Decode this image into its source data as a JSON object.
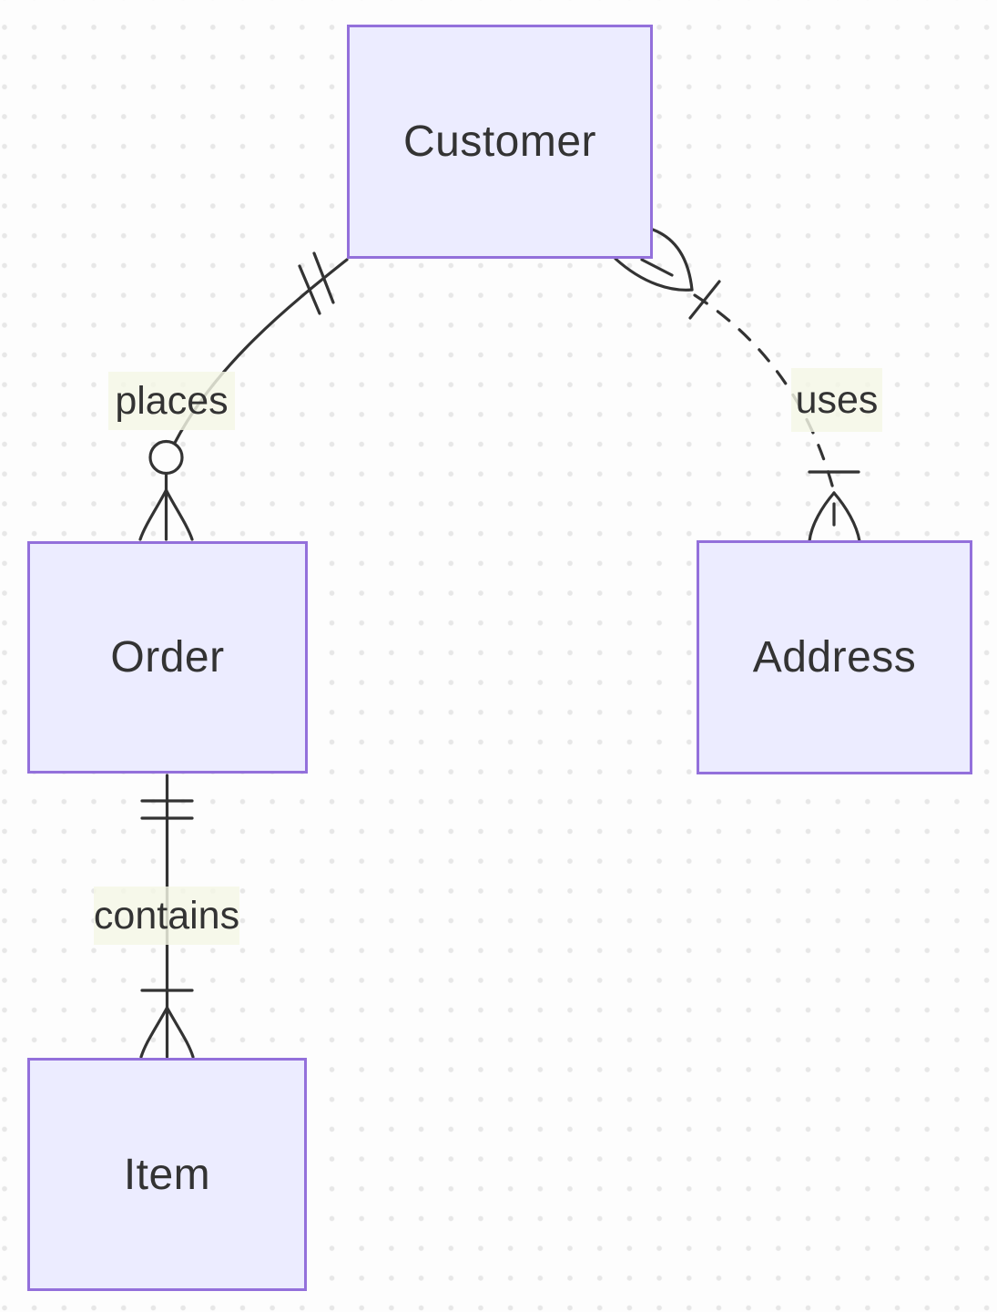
{
  "diagram": {
    "kind": "entity-relationship-diagram",
    "entities": [
      {
        "label": "Customer"
      },
      {
        "label": "Order"
      },
      {
        "label": "Address"
      },
      {
        "label": "Item"
      }
    ],
    "relationships": [
      {
        "label": "places",
        "from": "Customer",
        "to": "Order",
        "from_cardinality": "exactly-one",
        "to_cardinality": "zero-or-more",
        "line_style": "solid"
      },
      {
        "label": "uses",
        "from": "Customer",
        "to": "Address",
        "from_cardinality": "one-or-more",
        "to_cardinality": "one-or-more",
        "line_style": "dashed"
      },
      {
        "label": "contains",
        "from": "Order",
        "to": "Item",
        "from_cardinality": "exactly-one",
        "to_cardinality": "one-or-more",
        "line_style": "solid"
      }
    ],
    "colors": {
      "entity_fill": "#ECECFF",
      "entity_border": "#9370DB",
      "line": "#333333",
      "text": "#333333",
      "label_background": "#F4F6E5",
      "canvas_background": "#FDFDFD",
      "grid_dot": "#E7E7E7"
    }
  }
}
